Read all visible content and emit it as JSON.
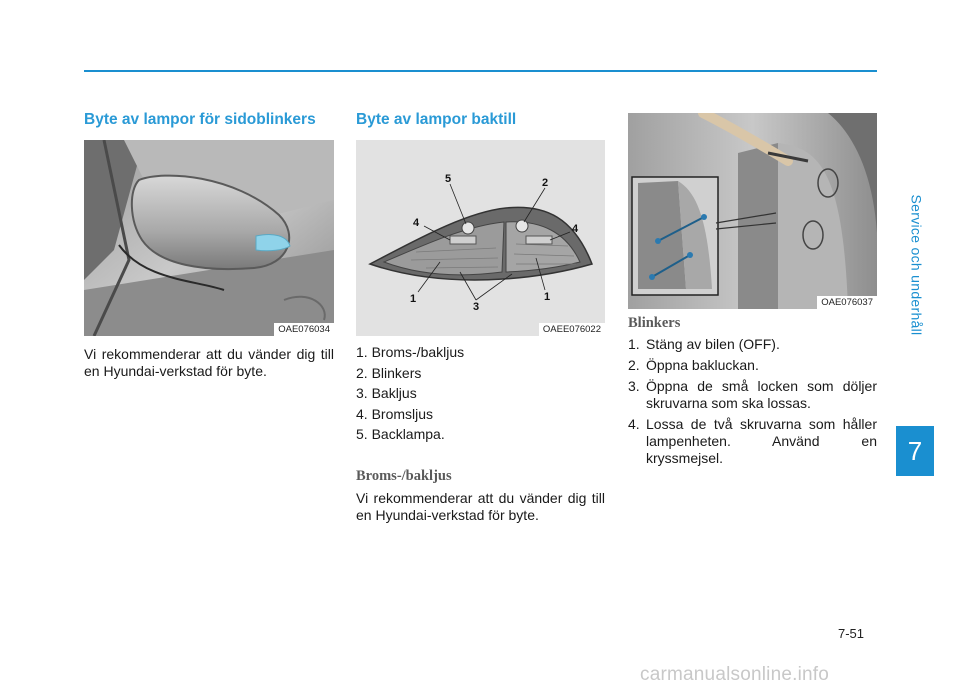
{
  "side_tab": {
    "section_title": "Service och underhåll",
    "chapter": "7"
  },
  "left_column": {
    "heading": "Byte av lampor för sidoblinkers",
    "figure_code": "OAE076034",
    "body": "Vi rekommenderar att du vänder dig till en Hyundai-verkstad för byte."
  },
  "middle_column": {
    "heading": "Byte av lampor baktill",
    "figure_code": "OAEE076022",
    "callouts": [
      "5",
      "2",
      "4",
      "4",
      "1",
      "3",
      "1"
    ],
    "list": [
      "1. Broms-/bakljus",
      "2. Blinkers",
      "3. Bakljus",
      "4. Bromsljus",
      "5. Backlampa."
    ],
    "subheading": "Broms-/bakljus",
    "body": "Vi rekommenderar att du vänder dig till en Hyundai-verkstad för byte."
  },
  "right_column": {
    "figure_code": "OAE076037",
    "subheading": "Blinkers",
    "steps": [
      {
        "num": "1.",
        "text": "Stäng av bilen (OFF)."
      },
      {
        "num": "2.",
        "text": "Öppna bakluckan."
      },
      {
        "num": "3.",
        "text": "Öppna de små locken som döljer skruvarna som ska lossas."
      },
      {
        "num": "4.",
        "text": "Lossa de två skruvarna som håller lampenheten. Använd en kryssmejsel."
      }
    ]
  },
  "page_number": "7-51",
  "watermark": "carmanualsonline.info",
  "colors": {
    "accent": "#1a8fd0",
    "heading": "#2a9ad6"
  }
}
